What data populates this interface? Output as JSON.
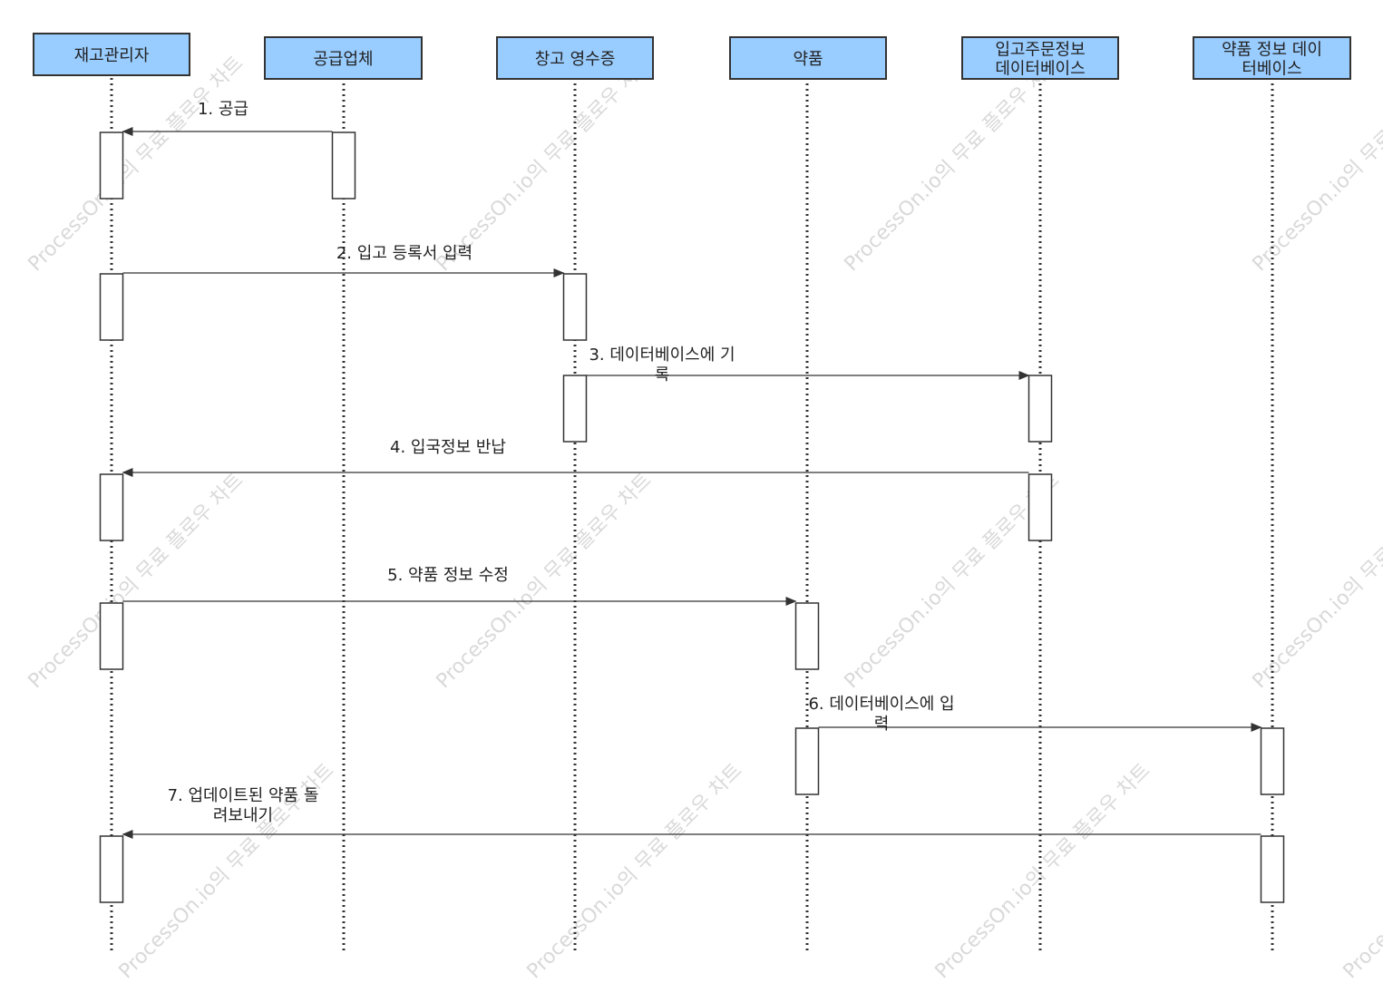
{
  "diagram": {
    "participants": [
      {
        "id": "p1",
        "label": [
          "재고관리자"
        ]
      },
      {
        "id": "p2",
        "label": [
          "공급업체"
        ]
      },
      {
        "id": "p3",
        "label": [
          "창고 영수증"
        ]
      },
      {
        "id": "p4",
        "label": [
          "약품"
        ]
      },
      {
        "id": "p5",
        "label": [
          "입고주문정보",
          "데이터베이스"
        ]
      },
      {
        "id": "p6",
        "label": [
          "약품 정보 데이",
          "터베이스"
        ]
      }
    ],
    "messages": [
      {
        "from": "p2",
        "to": "p1",
        "label": [
          "1. 공급"
        ]
      },
      {
        "from": "p1",
        "to": "p3",
        "label": [
          "2. 입고 등록서 입력"
        ]
      },
      {
        "from": "p3",
        "to": "p5",
        "label": [
          "3. 데이터베이스에 기",
          "록"
        ]
      },
      {
        "from": "p5",
        "to": "p1",
        "label": [
          "4. 입국정보 반납"
        ]
      },
      {
        "from": "p1",
        "to": "p4",
        "label": [
          "5. 약품 정보 수정"
        ]
      },
      {
        "from": "p4",
        "to": "p6",
        "label": [
          "6. 데이터베이스에 입",
          "력"
        ]
      },
      {
        "from": "p6",
        "to": "p1",
        "label": [
          "7. 업데이트된 약품 돌",
          "려보내기"
        ]
      }
    ],
    "watermark": [
      "ProcessOn.io의 무료 플로우 차트"
    ]
  },
  "colors": {
    "header_fill": "#99ccff",
    "header_stroke": "#333333",
    "line": "#333333",
    "text": "#222222",
    "watermark": "#d9d9d9"
  }
}
